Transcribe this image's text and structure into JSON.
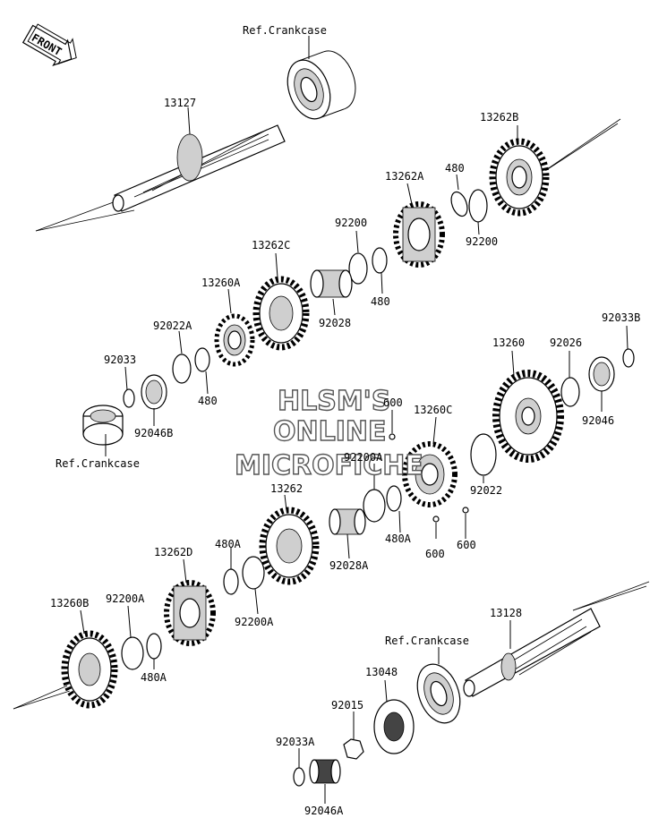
{
  "front_badge": "FRONT",
  "watermark": {
    "line1": "HLSM'S",
    "line2": "ONLINE",
    "line3": "MICROFICHE"
  },
  "labels": {
    "ref_crankcase_top": "Ref.Crankcase",
    "p13127": "13127",
    "p13262B": "13262B",
    "p13262A": "13262A",
    "p480_top": "480",
    "p92200_left": "92200",
    "p92200_right": "92200",
    "p480_mid": "480",
    "p13262C": "13262C",
    "p13260A": "13260A",
    "p92028": "92028",
    "p92022A": "92022A",
    "p92033": "92033",
    "p480_left": "480",
    "p92046B": "92046B",
    "ref_crankcase_left": "Ref.Crankcase",
    "p13260": "13260",
    "p92026": "92026",
    "p92033B": "92033B",
    "p92046": "92046",
    "p600_top": "600",
    "p13260C": "13260C",
    "p92200A_mid": "92200A",
    "p92022": "92022",
    "p13262": "13262",
    "p480A_mid": "480A",
    "p92028A": "92028A",
    "p600_a": "600",
    "p600_b": "600",
    "p13262D": "13262D",
    "p480A_low": "480A",
    "p92200A_low": "92200A",
    "p13260B": "13260B",
    "p92200A_left": "92200A",
    "p480A_bottom": "480A",
    "p13128": "13128",
    "ref_crankcase_bottom": "Ref.Crankcase",
    "p13048": "13048",
    "p92015": "92015",
    "p92033A": "92033A",
    "p92046A": "92046A"
  }
}
